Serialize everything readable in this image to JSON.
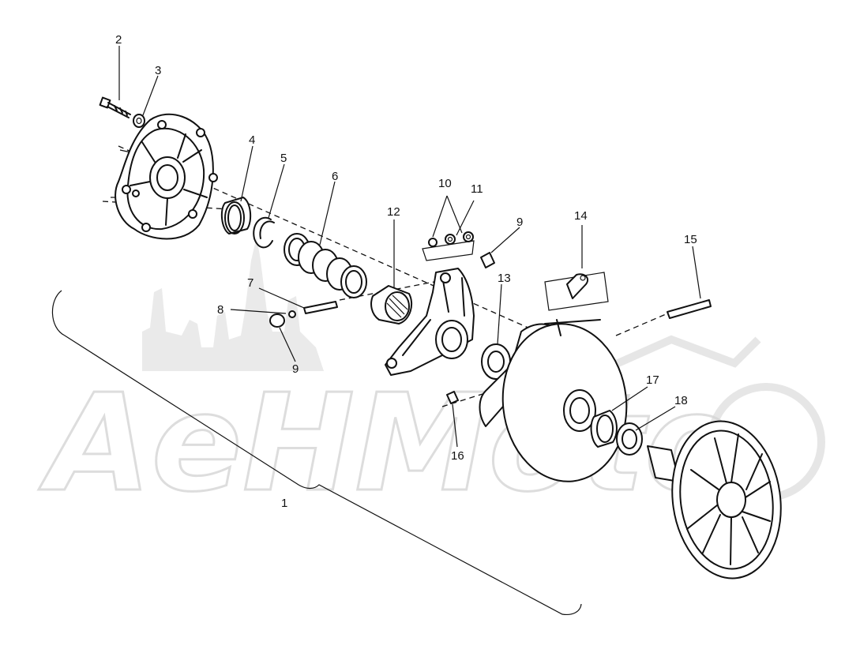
{
  "watermark": {
    "text": "AeHMoto"
  },
  "callouts": {
    "c1": "1",
    "c2": "2",
    "c3": "3",
    "c4": "4",
    "c5": "5",
    "c6": "6",
    "c7": "7",
    "c8": "8",
    "c9a": "9",
    "c9b": "9",
    "c10": "10",
    "c11": "11",
    "c12": "12",
    "c13": "13",
    "c14": "14",
    "c15": "15",
    "c16": "16",
    "c17": "17",
    "c18": "18"
  }
}
